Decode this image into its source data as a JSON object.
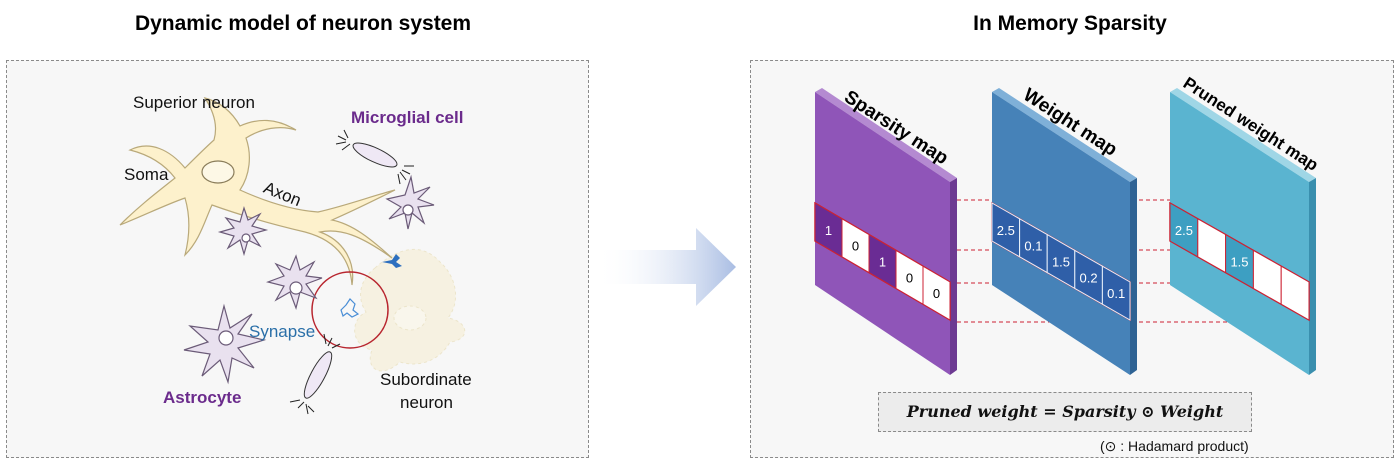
{
  "left": {
    "title": "Dynamic model of neuron system",
    "labels": {
      "superior_neuron": "Superior neuron",
      "soma": "Soma",
      "axon": "Axon",
      "microglial_cell": "Microglial cell",
      "synapse": "Synapse",
      "astrocyte": "Astrocyte",
      "subordinate_neuron_line1": "Subordinate",
      "subordinate_neuron_line2": "neuron"
    }
  },
  "right": {
    "title": "In Memory Sparsity",
    "sparsity_map": {
      "label": "Sparsity map",
      "values": [
        "1",
        "0",
        "1",
        "0",
        "0"
      ]
    },
    "weight_map": {
      "label": "Weight map",
      "values": [
        "2.5",
        "0.1",
        "1.5",
        "0.2",
        "0.1"
      ]
    },
    "pruned_weight_map": {
      "label": "Pruned weight map",
      "values": [
        "2.5",
        "",
        "1.5",
        "",
        ""
      ]
    },
    "formula": "Pruned weight  =  Sparsity ⊙ Weight",
    "note": "(⊙ : Hadamard product)"
  },
  "colors": {
    "sparsity": "#8f55b8",
    "weight": "#4682b8",
    "pruned": "#5ab4d0",
    "cell_purple": "#6a2c94",
    "cell_blue": "#2f5fa8",
    "cell_teal": "#3d9fc2",
    "highlight_red": "#cc2233",
    "arrow": "#a9bde3"
  }
}
